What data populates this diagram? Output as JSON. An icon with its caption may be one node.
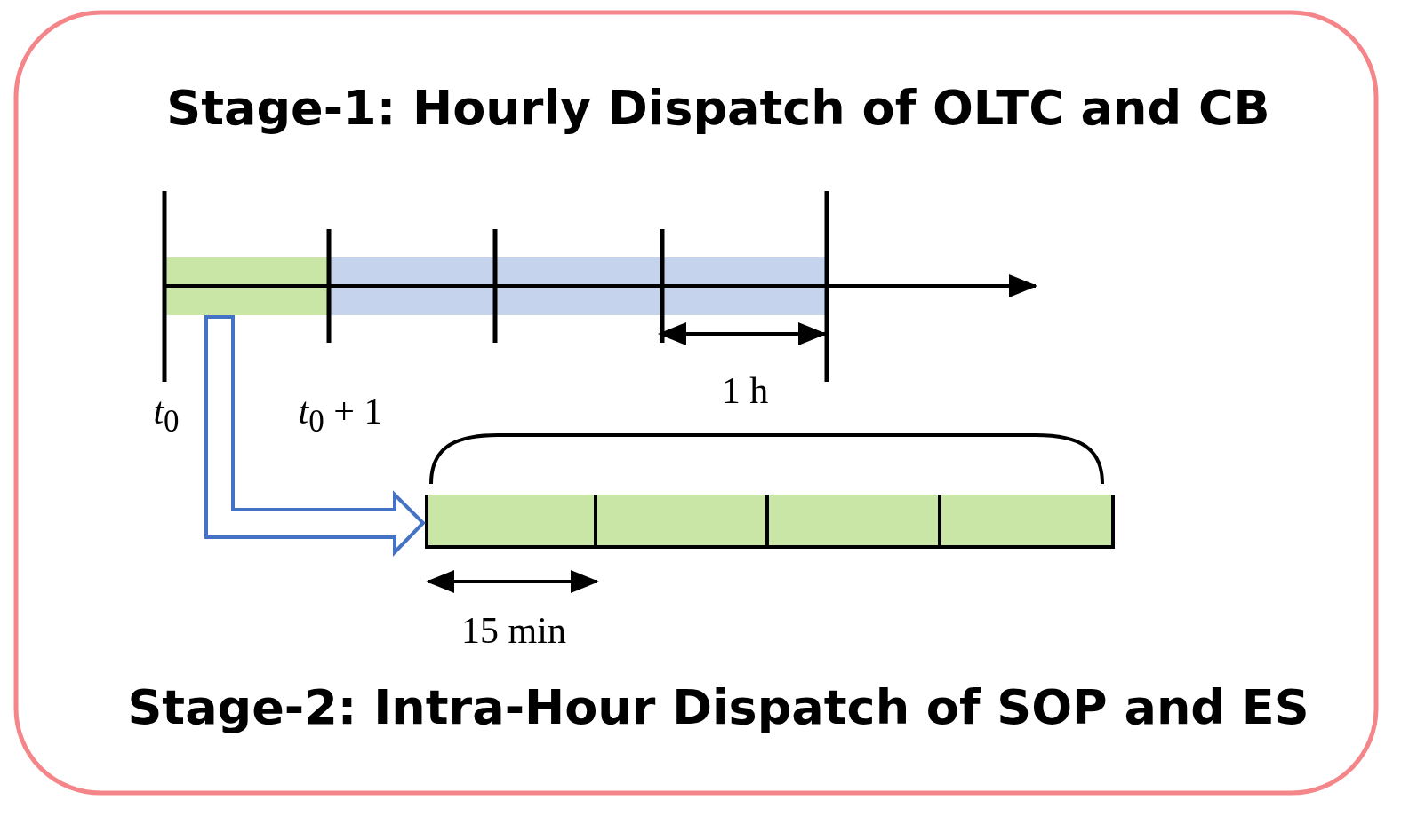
{
  "diagram": {
    "title": "Stage-1: Hourly Dispatch of OLTC and CB",
    "caption": "Stage-2: Intra-Hour Dispatch of SOP and ES",
    "nodes": [
      {
        "text": [],
        "shape": "bar"
      },
      {
        "text": [],
        "shape": "bar"
      },
      {
        "text": [],
        "shape": "bar"
      },
      {
        "text": [],
        "shape": "bar",
        "in": 2
      },
      {
        "text": [],
        "shape": "bar",
        "in": 2
      },
      {
        "text": [],
        "shape": "bar",
        "in": 2
      },
      {
        "text": [],
        "shape": "bar",
        "in": 2
      }
    ],
    "edges": [
      {
        "from": 0,
        "to": 2,
        "arrow": "to",
        "color": "#4472c4"
      }
    ],
    "labels": [
      "1 h",
      "*t*$_{0}$",
      "*t*$_{0}$ + 1",
      "15 min"
    ]
  }
}
